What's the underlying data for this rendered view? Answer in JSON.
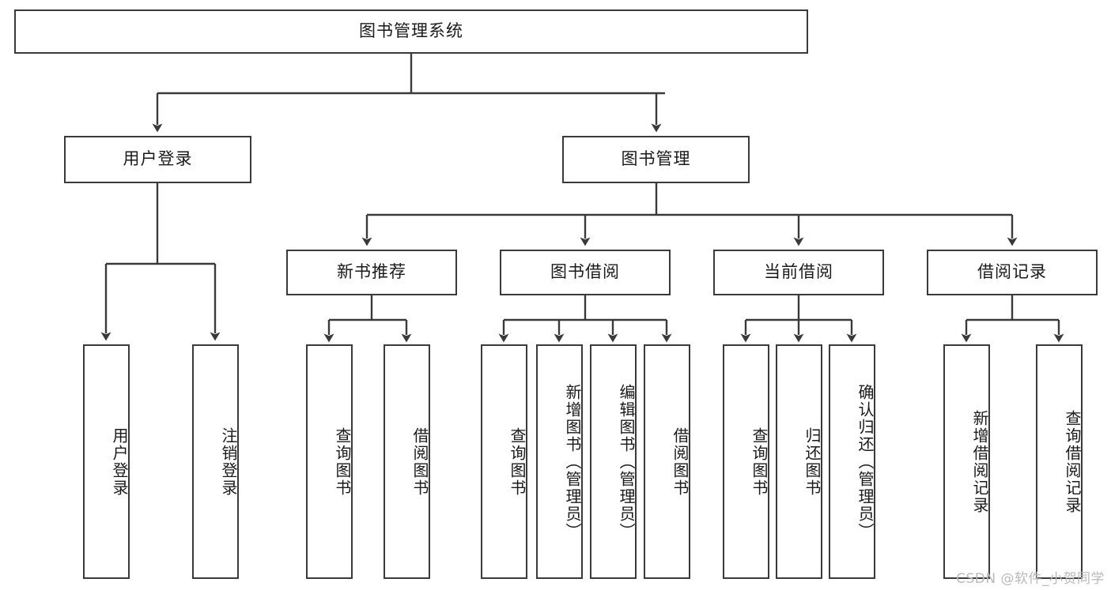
{
  "diagram": {
    "title": "图书管理系统",
    "type": "tree-hierarchy",
    "watermark": "CSDN @软件_小贺同学",
    "colors": {
      "background": "#ffffff",
      "node_border": "#3a3a3a",
      "node_fill": "#ffffff",
      "text": "#1a1a1a",
      "edge": "#3a3a3a",
      "watermark": "#b9b9b9"
    },
    "nodes": {
      "root": {
        "label": "图书管理系统",
        "level": 0,
        "orientation": "horizontal"
      },
      "level1": [
        {
          "id": "user-login",
          "label": "用户登录",
          "orientation": "horizontal"
        },
        {
          "id": "book-manage",
          "label": "图书管理",
          "orientation": "horizontal"
        }
      ],
      "level2": [
        {
          "id": "new-book-recommend",
          "label": "新书推荐",
          "orientation": "horizontal"
        },
        {
          "id": "book-borrow",
          "label": "图书借阅",
          "orientation": "horizontal"
        },
        {
          "id": "current-borrow",
          "label": "当前借阅",
          "orientation": "horizontal"
        },
        {
          "id": "borrow-record",
          "label": "借阅记录",
          "orientation": "horizontal"
        }
      ],
      "leaves": {
        "user_login_children": [
          {
            "id": "leaf-user-login",
            "label": "用户登录",
            "orientation": "vertical"
          },
          {
            "id": "leaf-logout-login",
            "label": "注销登录",
            "orientation": "vertical"
          }
        ],
        "new_book_recommend_children": [
          {
            "id": "leaf-query-book-1",
            "label": "查询图书",
            "orientation": "vertical"
          },
          {
            "id": "leaf-borrow-book-1",
            "label": "借阅图书",
            "orientation": "vertical"
          }
        ],
        "book_borrow_children": [
          {
            "id": "leaf-query-book-2",
            "label": "查询图书",
            "orientation": "vertical"
          },
          {
            "id": "leaf-add-book-admin",
            "label": "新增图书（管理员）",
            "orientation": "vertical"
          },
          {
            "id": "leaf-edit-book-admin",
            "label": "编辑图书（管理员）",
            "orientation": "vertical"
          },
          {
            "id": "leaf-borrow-book-2",
            "label": "借阅图书",
            "orientation": "vertical"
          }
        ],
        "current_borrow_children": [
          {
            "id": "leaf-query-book-3",
            "label": "查询图书",
            "orientation": "vertical"
          },
          {
            "id": "leaf-return-book",
            "label": "归还图书",
            "orientation": "vertical"
          },
          {
            "id": "leaf-confirm-return-admin",
            "label": "确认归还（管理员）",
            "orientation": "vertical"
          }
        ],
        "borrow_record_children": [
          {
            "id": "leaf-add-borrow-record",
            "label": "新增借阅记录",
            "orientation": "vertical"
          },
          {
            "id": "leaf-query-borrow-record",
            "label": "查询借阅记录",
            "orientation": "vertical"
          }
        ]
      }
    }
  }
}
